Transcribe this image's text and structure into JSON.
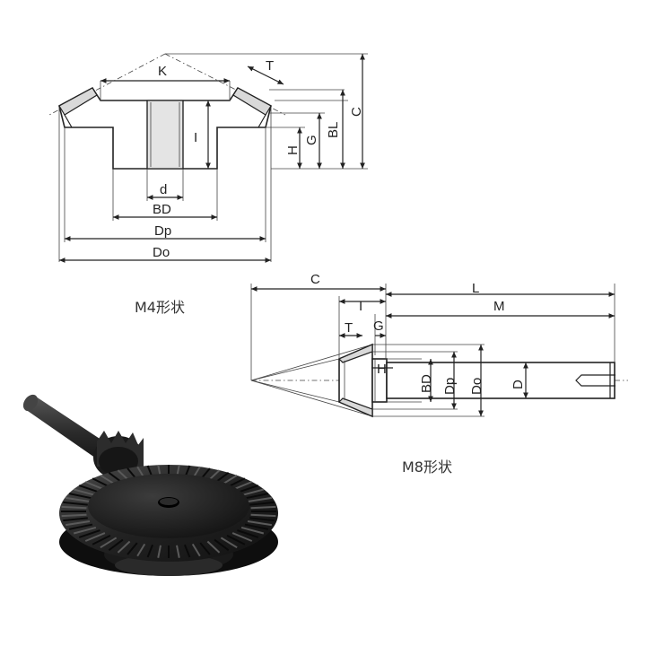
{
  "m4": {
    "caption": "M4形状",
    "labels": {
      "K": "K",
      "T": "T",
      "I": "I",
      "H": "H",
      "G": "G",
      "BL": "BL",
      "C": "C",
      "d": "d",
      "BD": "BD",
      "Dp": "Dp",
      "Do": "Do"
    }
  },
  "m8": {
    "caption": "M8形状",
    "labels": {
      "C": "C",
      "L": "L",
      "I": "I",
      "M": "M",
      "T": "T",
      "G": "G",
      "H": "H",
      "BD": "BD",
      "Dp": "Dp",
      "Do": "Do",
      "D": "D"
    }
  },
  "photo": {
    "icon": "bevel-gear-pair-photo",
    "colors": {
      "metal_dark": "#1a1a1a",
      "metal_mid": "#3a3a3a",
      "metal_light": "#6b6b6b"
    }
  }
}
